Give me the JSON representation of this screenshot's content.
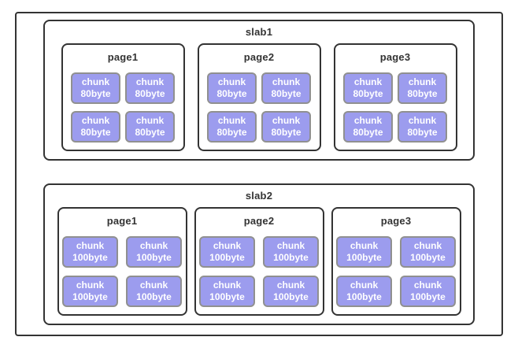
{
  "colors": {
    "box_border": "#333333",
    "chunk_fill": "#9c9cee",
    "chunk_border": "#909090",
    "chunk_text": "#ffffff",
    "title_text": "#333333",
    "background": "#ffffff"
  },
  "slabs": [
    {
      "title": "slab1",
      "pages": [
        {
          "title": "page1",
          "chunks": [
            {
              "line1": "chunk",
              "line2": "80byte"
            },
            {
              "line1": "chunk",
              "line2": "80byte"
            },
            {
              "line1": "chunk",
              "line2": "80byte"
            },
            {
              "line1": "chunk",
              "line2": "80byte"
            }
          ]
        },
        {
          "title": "page2",
          "chunks": [
            {
              "line1": "chunk",
              "line2": "80byte"
            },
            {
              "line1": "chunk",
              "line2": "80byte"
            },
            {
              "line1": "chunk",
              "line2": "80byte"
            },
            {
              "line1": "chunk",
              "line2": "80byte"
            }
          ]
        },
        {
          "title": "page3",
          "chunks": [
            {
              "line1": "chunk",
              "line2": "80byte"
            },
            {
              "line1": "chunk",
              "line2": "80byte"
            },
            {
              "line1": "chunk",
              "line2": "80byte"
            },
            {
              "line1": "chunk",
              "line2": "80byte"
            }
          ]
        }
      ]
    },
    {
      "title": "slab2",
      "pages": [
        {
          "title": "page1",
          "chunks": [
            {
              "line1": "chunk",
              "line2": "100byte"
            },
            {
              "line1": "chunk",
              "line2": "100byte"
            },
            {
              "line1": "chunk",
              "line2": "100byte"
            },
            {
              "line1": "chunk",
              "line2": "100byte"
            }
          ]
        },
        {
          "title": "page2",
          "chunks": [
            {
              "line1": "chunk",
              "line2": "100byte"
            },
            {
              "line1": "chunk",
              "line2": "100byte"
            },
            {
              "line1": "chunk",
              "line2": "100byte"
            },
            {
              "line1": "chunk",
              "line2": "100byte"
            }
          ]
        },
        {
          "title": "page3",
          "chunks": [
            {
              "line1": "chunk",
              "line2": "100byte"
            },
            {
              "line1": "chunk",
              "line2": "100byte"
            },
            {
              "line1": "chunk",
              "line2": "100byte"
            },
            {
              "line1": "chunk",
              "line2": "100byte"
            }
          ]
        }
      ]
    }
  ]
}
